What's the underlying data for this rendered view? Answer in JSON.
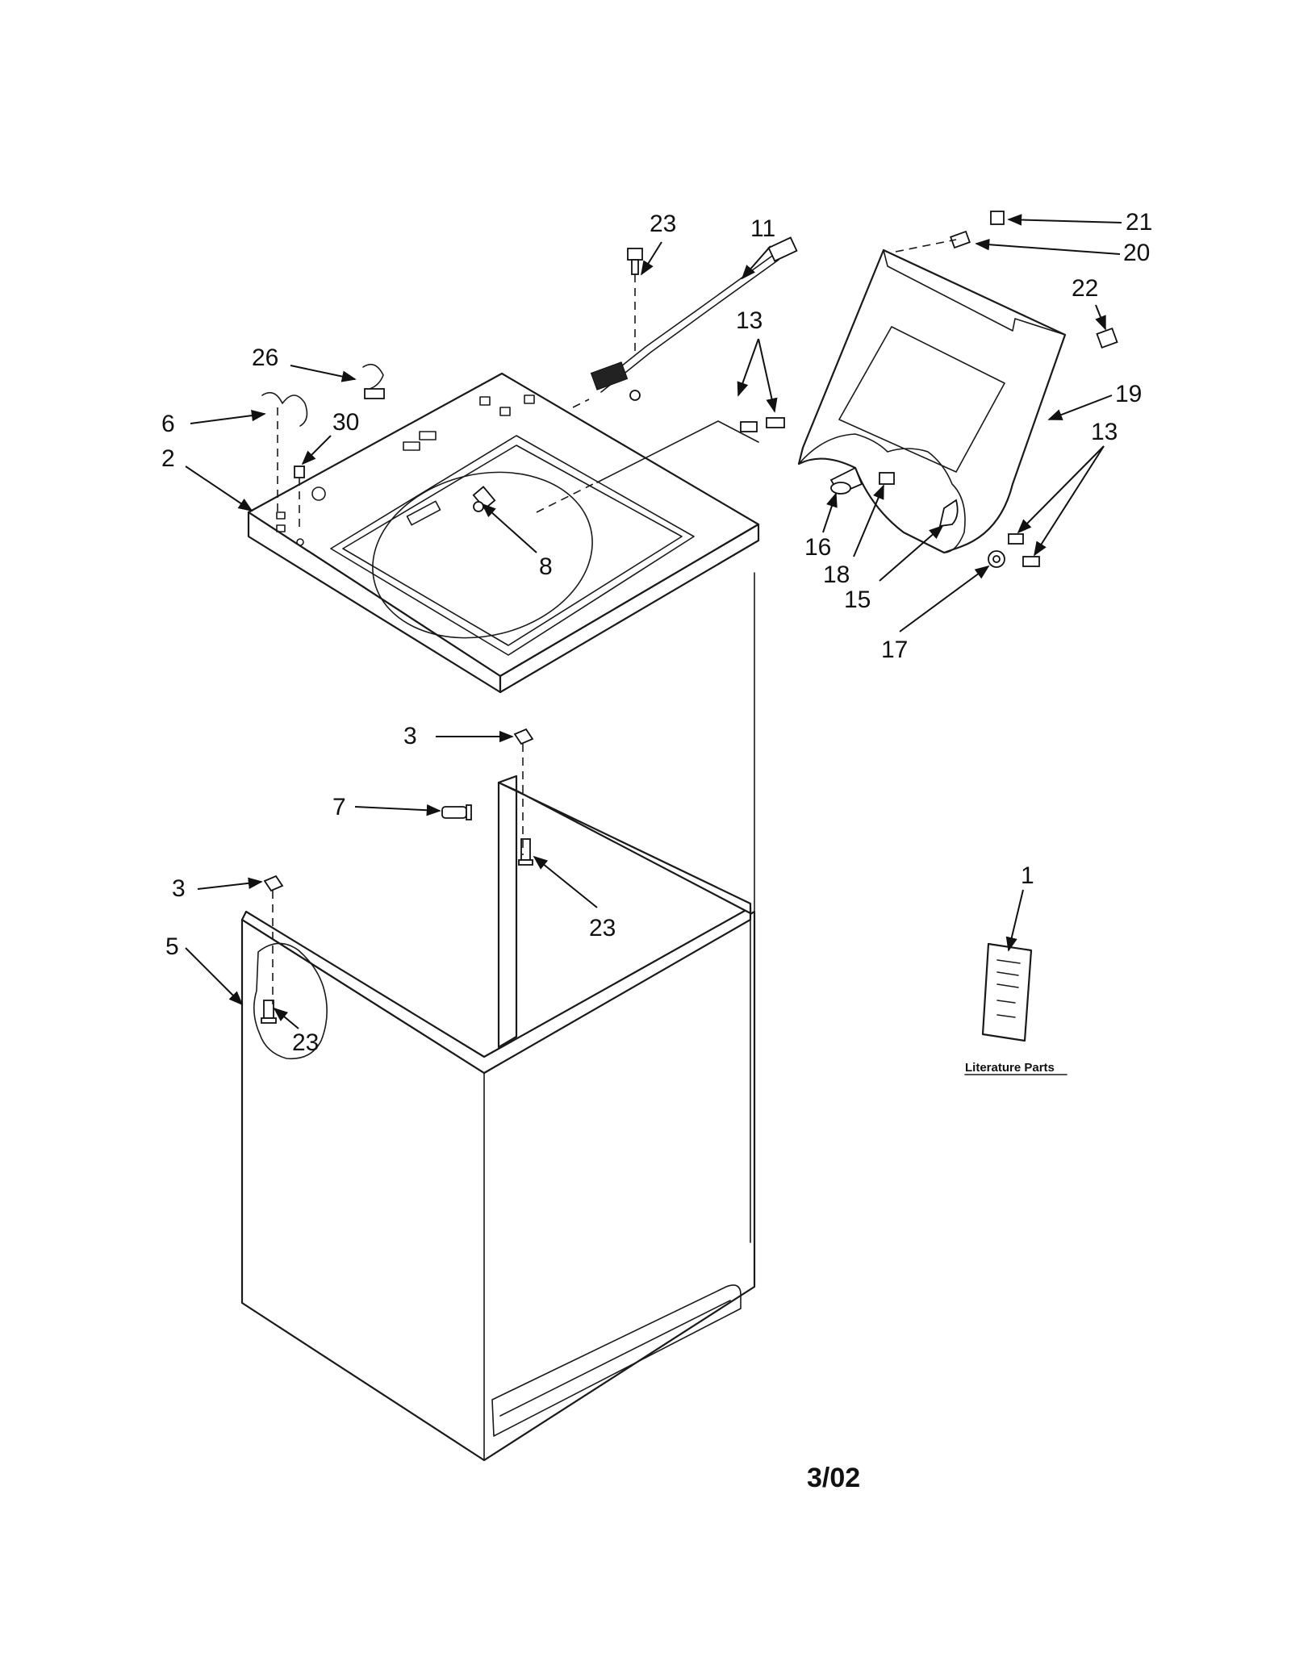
{
  "callouts": [
    {
      "id": "c23a",
      "text": "23"
    },
    {
      "id": "c11",
      "text": "11"
    },
    {
      "id": "c13a",
      "text": "13"
    },
    {
      "id": "c26",
      "text": "26"
    },
    {
      "id": "c6",
      "text": "6"
    },
    {
      "id": "c30",
      "text": "30"
    },
    {
      "id": "c2",
      "text": "2"
    },
    {
      "id": "c8",
      "text": "8"
    },
    {
      "id": "c21",
      "text": "21"
    },
    {
      "id": "c20",
      "text": "20"
    },
    {
      "id": "c22",
      "text": "22"
    },
    {
      "id": "c19",
      "text": "19"
    },
    {
      "id": "c13b",
      "text": "13"
    },
    {
      "id": "c16",
      "text": "16"
    },
    {
      "id": "c18",
      "text": "18"
    },
    {
      "id": "c15",
      "text": "15"
    },
    {
      "id": "c17",
      "text": "17"
    },
    {
      "id": "c3a",
      "text": "3"
    },
    {
      "id": "c7",
      "text": "7"
    },
    {
      "id": "c23b",
      "text": "23"
    },
    {
      "id": "c3b",
      "text": "3"
    },
    {
      "id": "c5",
      "text": "5"
    },
    {
      "id": "c23c",
      "text": "23"
    },
    {
      "id": "c1",
      "text": "1"
    }
  ],
  "literature_label": "Literature Parts",
  "date_code": "3/02",
  "colors": {
    "line": "#1a1a1a",
    "background": "#ffffff"
  }
}
